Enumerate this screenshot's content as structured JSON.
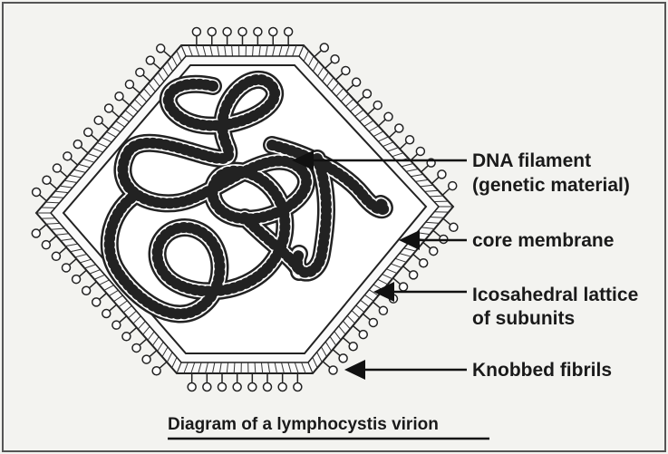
{
  "caption": "Diagram of a lymphocystis virion",
  "labels": {
    "dna_line1": "DNA filament",
    "dna_line2": "(genetic material)",
    "core": "core membrane",
    "lattice_line1": "Icosahedral lattice",
    "lattice_line2": "of subunits",
    "fibrils": "Knobbed fibrils"
  }
}
